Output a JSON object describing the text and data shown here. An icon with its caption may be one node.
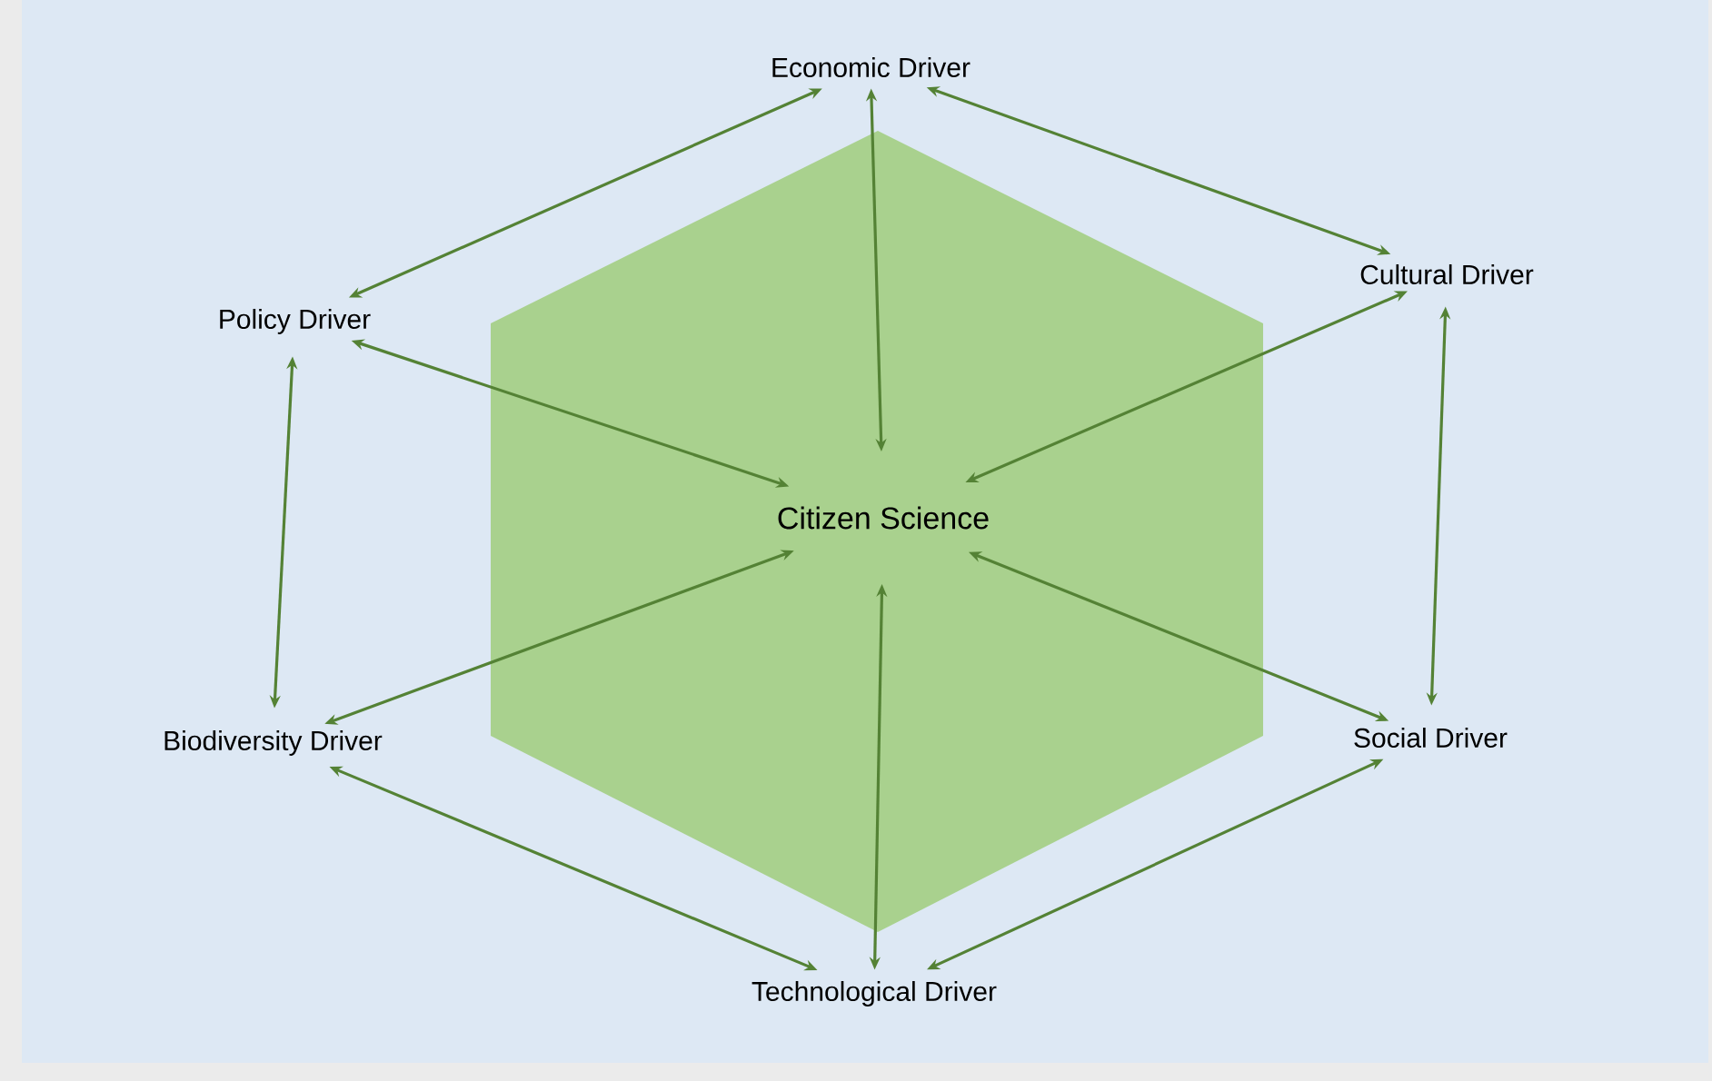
{
  "diagram": {
    "nodes": [
      {
        "text": [],
        "shape": "hexagon"
      },
      {
        "text": [
          "Citizen Science"
        ],
        "in": 0
      },
      {
        "text": [
          "Economic Driver"
        ]
      },
      {
        "text": [
          "Cultural Driver"
        ]
      },
      {
        "text": [
          "Policy Driver"
        ]
      },
      {
        "text": [
          "Social Driver"
        ]
      },
      {
        "text": [
          "Biodiversity Driver"
        ]
      },
      {
        "text": [
          "Technological Driver"
        ]
      }
    ],
    "edges": [
      {
        "from": 2,
        "to": 3,
        "arrow": "both"
      },
      {
        "from": 3,
        "to": 5,
        "arrow": "both"
      },
      {
        "from": 5,
        "to": 7,
        "arrow": "both"
      },
      {
        "from": 7,
        "to": 6,
        "arrow": "both"
      },
      {
        "from": 6,
        "to": 4,
        "arrow": "both"
      },
      {
        "from": 4,
        "to": 2,
        "arrow": "both"
      },
      {
        "from": 1,
        "to": 2,
        "arrow": "both"
      },
      {
        "from": 1,
        "to": 3,
        "arrow": "both"
      },
      {
        "from": 1,
        "to": 5,
        "arrow": "both"
      },
      {
        "from": 1,
        "to": 7,
        "arrow": "both"
      },
      {
        "from": 1,
        "to": 6,
        "arrow": "both"
      },
      {
        "from": 1,
        "to": 4,
        "arrow": "both"
      }
    ]
  }
}
